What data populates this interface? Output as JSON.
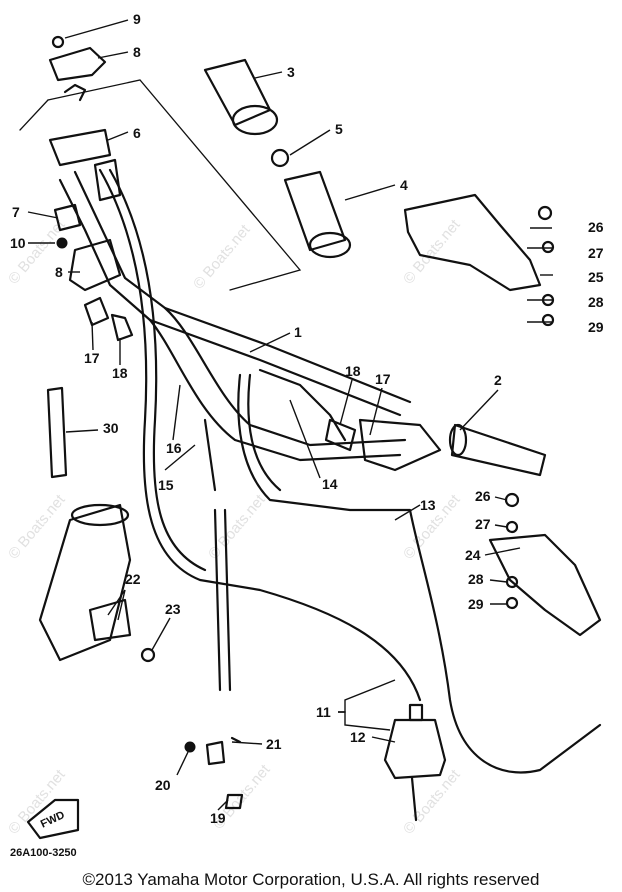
{
  "watermark": "© Boats.net",
  "drawing_code": "26A100-3250",
  "fwd_label": "FWD",
  "copyright": "©2013 Yamaha Motor Corporation, U.S.A. All rights reserved",
  "callouts": [
    "9",
    "8",
    "3",
    "6",
    "5",
    "4",
    "7",
    "10",
    "8",
    "1",
    "17",
    "18",
    "2",
    "18",
    "17",
    "30",
    "16",
    "15",
    "14",
    "13",
    "26",
    "27",
    "25",
    "28",
    "29",
    "26",
    "27",
    "24",
    "28",
    "29",
    "22",
    "23",
    "11",
    "12",
    "21",
    "20",
    "19"
  ]
}
